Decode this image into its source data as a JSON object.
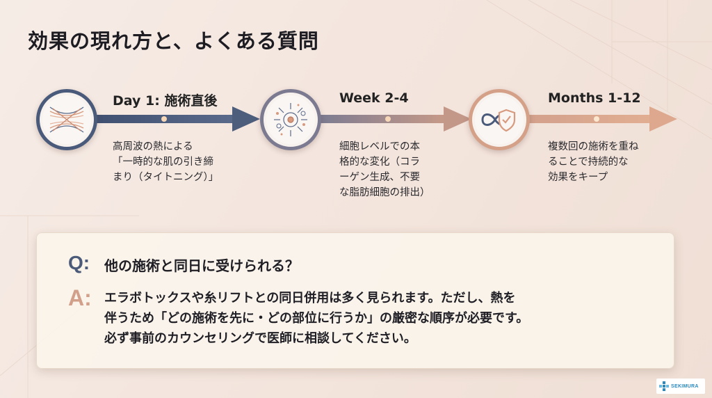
{
  "title": "効果の現れ方と、よくある質問",
  "timeline": [
    {
      "icon": "tightening-lines-icon",
      "title": "Day 1: 施術直後",
      "description": "高周波の熱による\n「一時的な肌の引き締\nまり（タイトニング）」"
    },
    {
      "icon": "cell-icon",
      "title": "Week 2-4",
      "description": "細胞レベルでの本\n格的な変化（コラ\nーゲン生成、不要\nな脂肪細胞の排出）"
    },
    {
      "icon": "infinity-shield-icon",
      "title": "Months 1-12",
      "description": "複数回の施術を重ね\nることで持続的な\n効果をキープ"
    }
  ],
  "qa": {
    "q_mark": "Q:",
    "question": "他の施術と同日に受けられる？",
    "a_mark": "A:",
    "answer": "エラボトックスや糸リフトとの同日併用は多く見られます。ただし、熱を\n伴うため「どの施術を先に・どの部位に行うか」の厳密な順序が必要です。\n必ず事前のカウンセリングで医師に相談してください。"
  },
  "logo": {
    "text": "SEKIMURA"
  },
  "colors": {
    "arrow_blue": "#4d5d7c",
    "arrow_mid": "#9a8aa0",
    "arrow_peach": "#d9a48c",
    "q_color": "#4a5a78",
    "a_color": "#d2a08a"
  }
}
